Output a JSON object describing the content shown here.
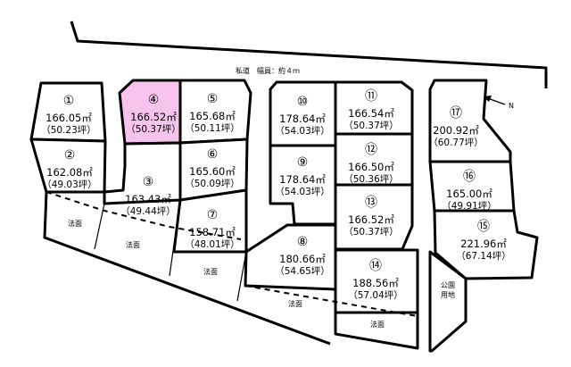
{
  "road_label": "私道　幅員：約４ｍ",
  "lots": [
    {
      "id": "1",
      "number": "①",
      "area": "166.05㎡",
      "tsubo": "（50.23坪）",
      "highlight": false
    },
    {
      "id": "2",
      "number": "②",
      "area": "162.08㎡",
      "tsubo": "（49.03坪）",
      "highlight": false
    },
    {
      "id": "3",
      "number": "③",
      "area": "163.43㎡",
      "tsubo": "（49.44坪）",
      "highlight": false
    },
    {
      "id": "4",
      "number": "④",
      "area": "166.52㎡",
      "tsubo": "（50.37坪）",
      "highlight": true
    },
    {
      "id": "5",
      "number": "⑤",
      "area": "165.68㎡",
      "tsubo": "（50.11坪）",
      "highlight": false
    },
    {
      "id": "6",
      "number": "⑥",
      "area": "165.60㎡",
      "tsubo": "（50.09坪）",
      "highlight": false
    },
    {
      "id": "7",
      "number": "⑦",
      "area": "158.71㎡",
      "tsubo": "（48.01坪）",
      "highlight": false
    },
    {
      "id": "8",
      "number": "⑧",
      "area": "180.66㎡",
      "tsubo": "（54.65坪）",
      "highlight": false
    },
    {
      "id": "9",
      "number": "⑨",
      "area": "178.64㎡",
      "tsubo": "（54.03坪）",
      "highlight": false
    },
    {
      "id": "10",
      "number": "⑩",
      "area": "178.64㎡",
      "tsubo": "（54.03坪）",
      "highlight": false
    },
    {
      "id": "11",
      "number": "⑪",
      "area": "166.54㎡",
      "tsubo": "（50.37坪）",
      "highlight": false
    },
    {
      "id": "12",
      "number": "⑫",
      "area": "166.50㎡",
      "tsubo": "（50.36坪）",
      "highlight": false
    },
    {
      "id": "13",
      "number": "⑬",
      "area": "166.52㎡",
      "tsubo": "（50.37坪）",
      "highlight": false
    },
    {
      "id": "14",
      "number": "⑭",
      "area": "188.56㎡",
      "tsubo": "（57.04坪）",
      "highlight": false
    },
    {
      "id": "15",
      "number": "⑮",
      "area": "221.96㎡",
      "tsubo": "（67.14坪）",
      "highlight": false
    },
    {
      "id": "16",
      "number": "⑯",
      "area": "165.00㎡",
      "tsubo": "（49.91坪）",
      "highlight": false
    },
    {
      "id": "17",
      "number": "⑰",
      "area": "200.92㎡",
      "tsubo": "（60.77坪）",
      "highlight": false
    }
  ],
  "slope_label": "法面",
  "park_label": [
    "公園",
    "用地"
  ],
  "north_label": "N",
  "highlight_color": "#f6c3ec"
}
